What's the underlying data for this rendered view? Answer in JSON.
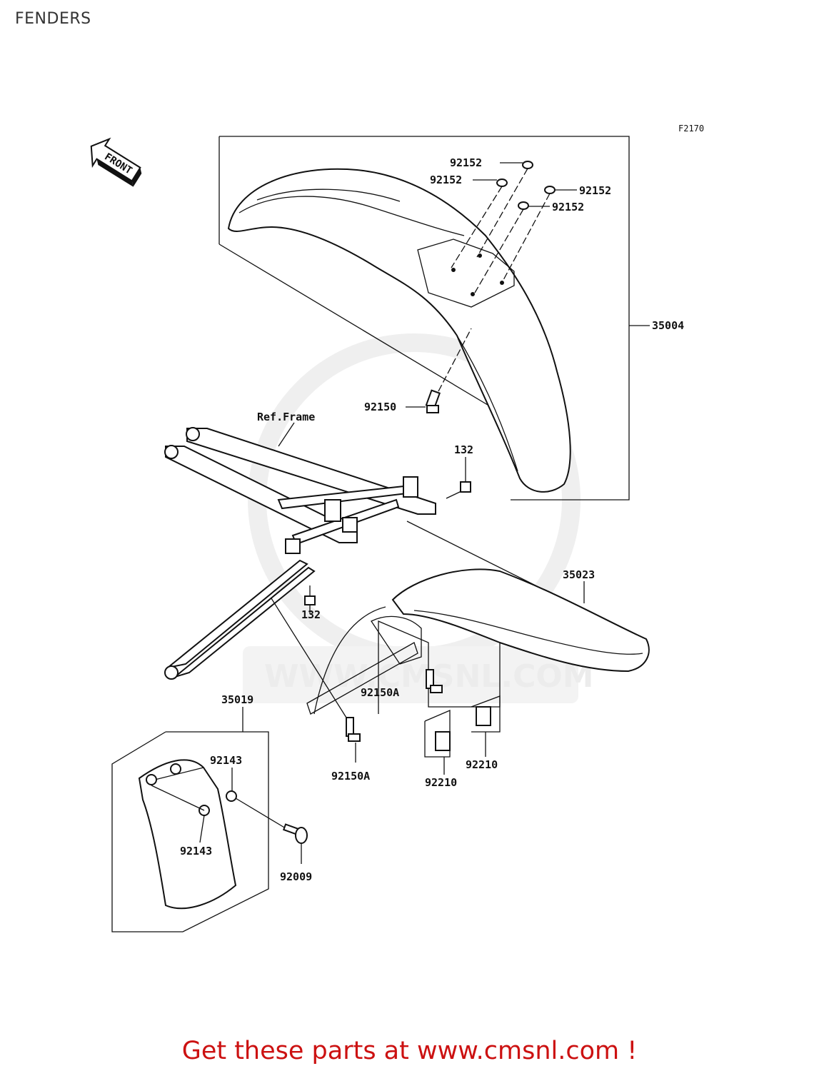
{
  "page": {
    "title": "FENDERS"
  },
  "diagram": {
    "figure_code": "F2170",
    "front_arrow": "FRONT",
    "watermark": "WWW.CMSNL.COM",
    "labels": {
      "p92152_a": "92152",
      "p92152_b": "92152",
      "p92152_c": "92152",
      "p92152_d": "92152",
      "p35004": "35004",
      "p92150": "92150",
      "ref_frame": "Ref.Frame",
      "p132_a": "132",
      "p132_b": "132",
      "p35023": "35023",
      "p92150A_a": "92150A",
      "p92150A_b": "92150A",
      "p35019": "35019",
      "p92143_a": "92143",
      "p92143_b": "92143",
      "p92009": "92009",
      "p92210_a": "92210",
      "p92210_b": "92210"
    }
  },
  "footer": {
    "cta": "Get these parts at www.cmsnl.com !"
  },
  "colors": {
    "cta": "#cc1111",
    "line": "#111111",
    "watermark": "#ececec"
  }
}
